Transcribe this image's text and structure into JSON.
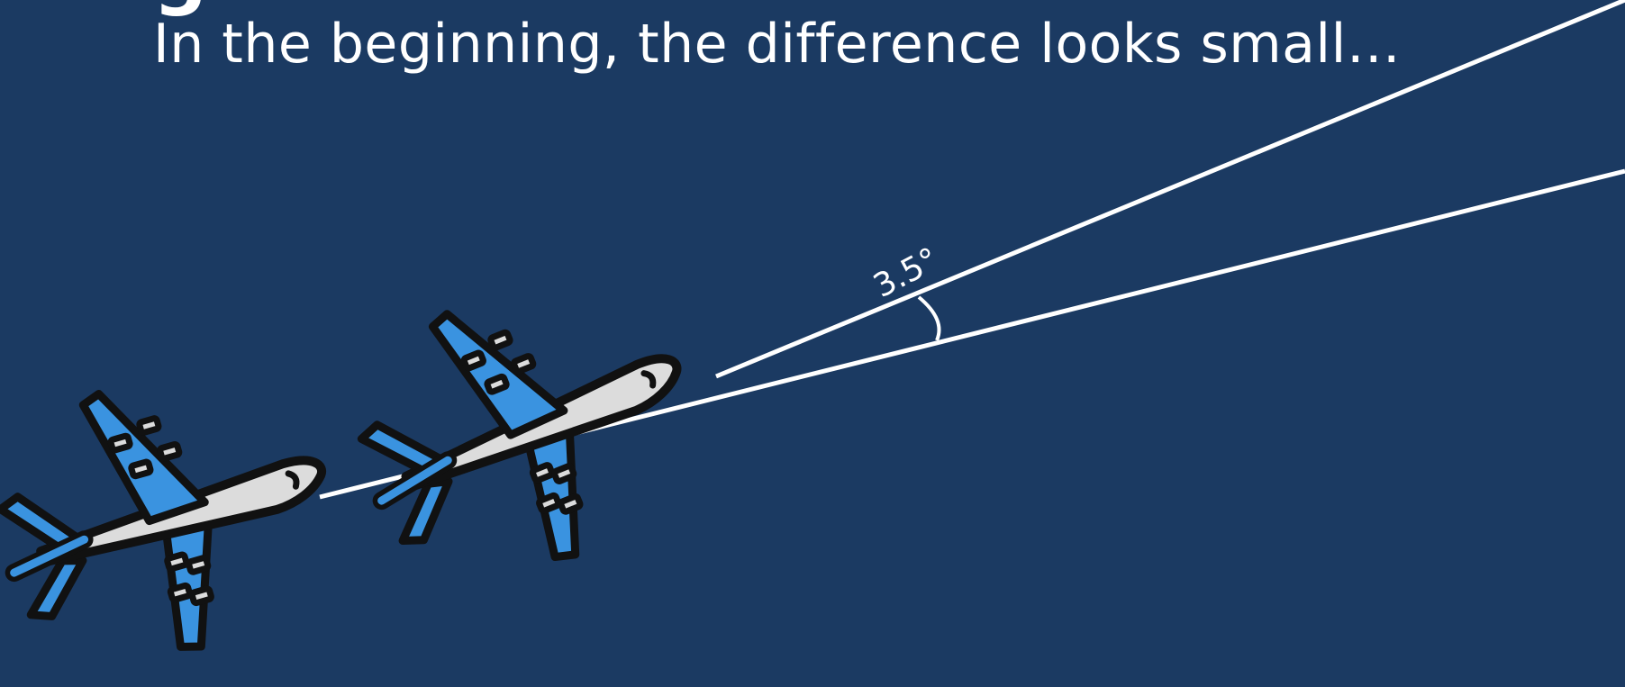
{
  "slide": {
    "title_fragment": "g",
    "subtitle": "In the beginning, the difference looks small…",
    "angle_label": "3.5°"
  },
  "colors": {
    "background": "#1b3a62",
    "line": "#ffffff",
    "wing": "#3a93e0",
    "fuselage": "#dcdcdc",
    "outline": "#111111"
  },
  "icons": [
    "airplane-icon",
    "airplane-icon"
  ]
}
